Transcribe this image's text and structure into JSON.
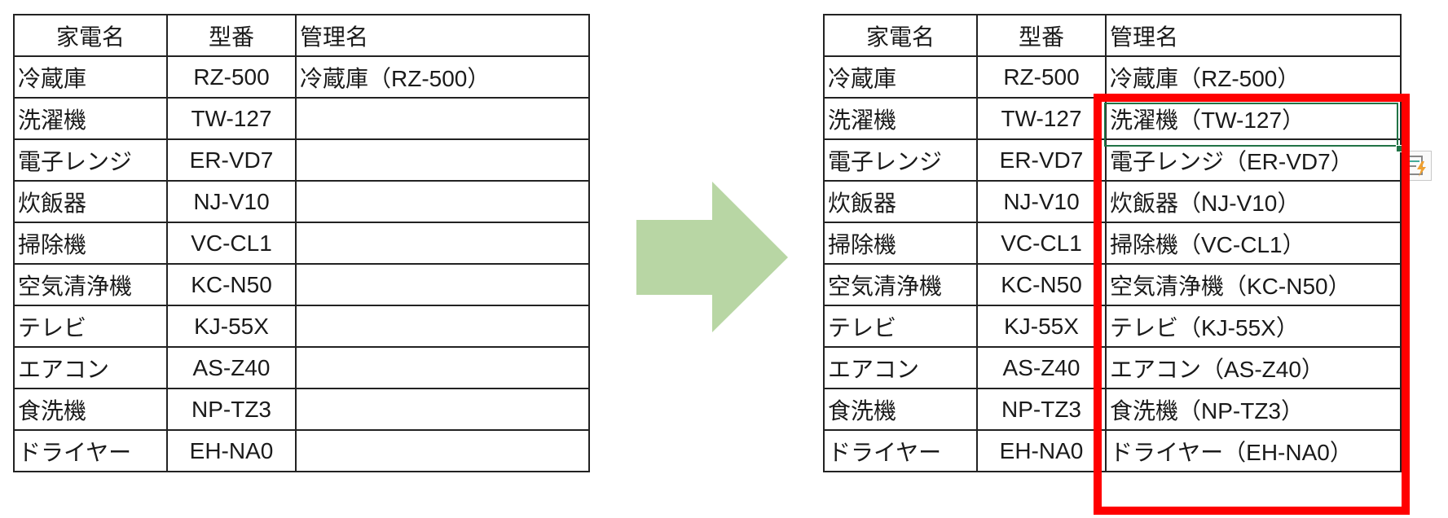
{
  "headers": [
    "家電名",
    "型番",
    "管理名"
  ],
  "before": {
    "rows": [
      [
        "冷蔵庫",
        "RZ-500",
        "冷蔵庫（RZ-500）"
      ],
      [
        "洗濯機",
        "TW-127",
        ""
      ],
      [
        "電子レンジ",
        "ER-VD7",
        ""
      ],
      [
        "炊飯器",
        "NJ-V10",
        ""
      ],
      [
        "掃除機",
        "VC-CL1",
        ""
      ],
      [
        "空気清浄機",
        "KC-N50",
        ""
      ],
      [
        "テレビ",
        "KJ-55X",
        ""
      ],
      [
        "エアコン",
        "AS-Z40",
        ""
      ],
      [
        "食洗機",
        "NP-TZ3",
        ""
      ],
      [
        "ドライヤー",
        "EH-NA0",
        ""
      ]
    ]
  },
  "after": {
    "rows": [
      [
        "冷蔵庫",
        "RZ-500",
        "冷蔵庫（RZ-500）"
      ],
      [
        "洗濯機",
        "TW-127",
        "洗濯機（TW-127）"
      ],
      [
        "電子レンジ",
        "ER-VD7",
        "電子レンジ（ER-VD7）"
      ],
      [
        "炊飯器",
        "NJ-V10",
        "炊飯器（NJ-V10）"
      ],
      [
        "掃除機",
        "VC-CL1",
        "掃除機（VC-CL1）"
      ],
      [
        "空気清浄機",
        "KC-N50",
        "空気清浄機（KC-N50）"
      ],
      [
        "テレビ",
        "KJ-55X",
        "テレビ（KJ-55X）"
      ],
      [
        "エアコン",
        "AS-Z40",
        "エアコン（AS-Z40）"
      ],
      [
        "食洗機",
        "NP-TZ3",
        "食洗機（NP-TZ3）"
      ],
      [
        "ドライヤー",
        "EH-NA0",
        "ドライヤー（EH-NA0）"
      ]
    ]
  },
  "colors": {
    "arrow": "#b8d6a4",
    "highlight": "#ff0000",
    "selection": "#217346"
  },
  "icons": {
    "arrow": "right-arrow-icon",
    "flash_fill": "flash-fill-options-icon"
  }
}
